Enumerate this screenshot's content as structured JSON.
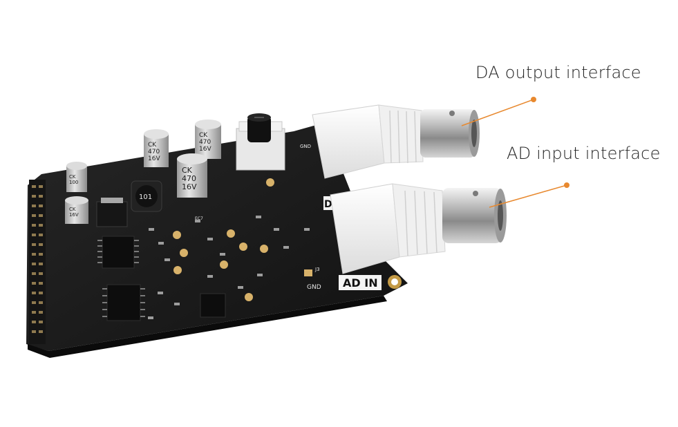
{
  "callouts": {
    "da_output": "DA output interface",
    "ad_input": "AD input interface"
  },
  "board_silkscreen": {
    "ad_in_label": "AD IN",
    "da_label": "D",
    "gnd_label": "GND",
    "gnd_top_label": "GND",
    "inductor_marking": "101",
    "j3_label": "J3",
    "ec7_label": "EC7"
  },
  "capacitors": {
    "large_marking_brand": "CK",
    "large_marking_value": "470",
    "large_marking_voltage": "16V",
    "small_marking_brand": "CK",
    "small_marking_value": "100",
    "small_marking_voltage": "16V"
  },
  "colors": {
    "pcb": "#1b1b1b",
    "connector_plastic": "#f2f2f2",
    "metal": "#c9c9c9",
    "leader_line": "#e8892f",
    "gold_pad": "#d8b26a"
  }
}
